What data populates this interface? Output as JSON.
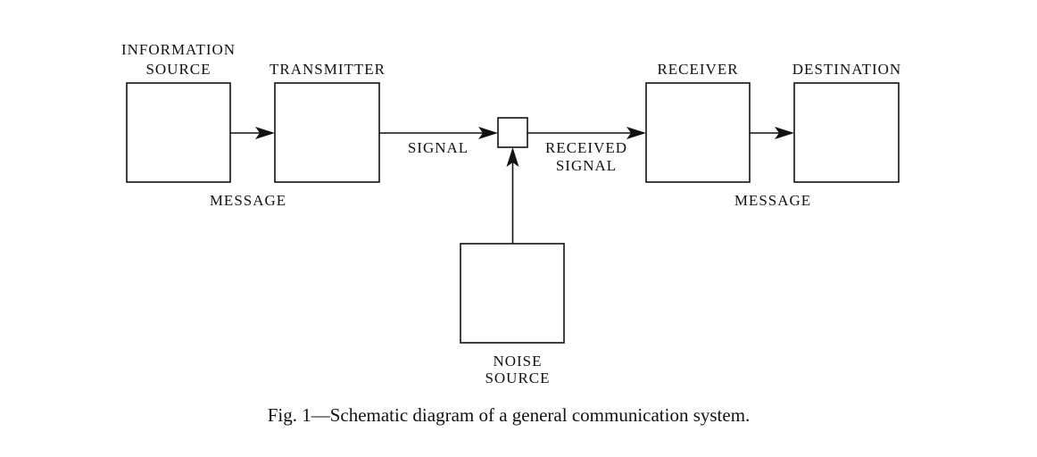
{
  "diagram": {
    "nodes": [
      {
        "id": "information-source",
        "label_lines": [
          "INFORMATION",
          "SOURCE"
        ]
      },
      {
        "id": "transmitter",
        "label_lines": [
          "TRANSMITTER"
        ]
      },
      {
        "id": "mixer",
        "label_lines": []
      },
      {
        "id": "receiver",
        "label_lines": [
          "RECEIVER"
        ]
      },
      {
        "id": "destination",
        "label_lines": [
          "DESTINATION"
        ]
      },
      {
        "id": "noise-source",
        "label_lines": [
          "NOISE",
          "SOURCE"
        ]
      }
    ],
    "edges": [
      {
        "from": "information-source",
        "to": "transmitter",
        "label_lines": [
          "MESSAGE"
        ]
      },
      {
        "from": "transmitter",
        "to": "mixer",
        "label_lines": [
          "SIGNAL"
        ]
      },
      {
        "from": "mixer",
        "to": "receiver",
        "label_lines": [
          "RECEIVED",
          "SIGNAL"
        ]
      },
      {
        "from": "receiver",
        "to": "destination",
        "label_lines": [
          "MESSAGE"
        ]
      },
      {
        "from": "noise-source",
        "to": "mixer",
        "label_lines": []
      }
    ],
    "caption": "Fig. 1—Schematic diagram of a general communication system."
  }
}
